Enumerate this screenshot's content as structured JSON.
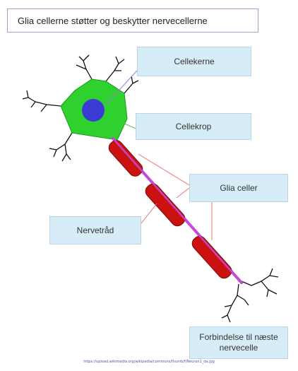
{
  "title": "Glia cellerne støtter og beskytter nervecellerne",
  "labels": {
    "cellekerne": "Cellekerne",
    "cellekrop": "Cellekrop",
    "glia": "Glia celler",
    "nervetraad": "Nervetråd",
    "forbindelse": "Forbindelse til næste nervecelle"
  },
  "source": "https://upload.wikimedia.org/wikipedia/commons/thumb/f/Neuron1_da.jpg",
  "colors": {
    "cell_body": "#2fd12f",
    "nucleus": "#3b3bd6",
    "myelin": "#cc1111",
    "axon": "#c64ad8",
    "dendrite": "#111111",
    "leader_red": "#e87070",
    "leader_green": "#55c455",
    "leader_purple": "#9a7ad8",
    "label_bg": "#d6ecf7"
  }
}
